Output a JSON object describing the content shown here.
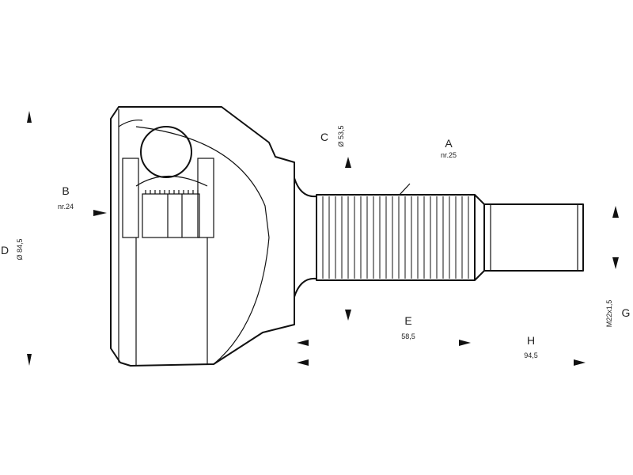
{
  "dimensions": {
    "A": {
      "letter": "A",
      "value": "nr.25"
    },
    "B": {
      "letter": "B",
      "value": "nr.24"
    },
    "C": {
      "letter": "C",
      "value": "Ø 53,5"
    },
    "D": {
      "letter": "D",
      "value": "Ø 84,5"
    },
    "E": {
      "letter": "E",
      "value": "58,5"
    },
    "G": {
      "letter": "G",
      "value": "M22x1,5"
    },
    "H": {
      "letter": "H",
      "value": "94,5"
    }
  },
  "colors": {
    "line": "#111111",
    "text": "#222222",
    "background": "#ffffff"
  }
}
